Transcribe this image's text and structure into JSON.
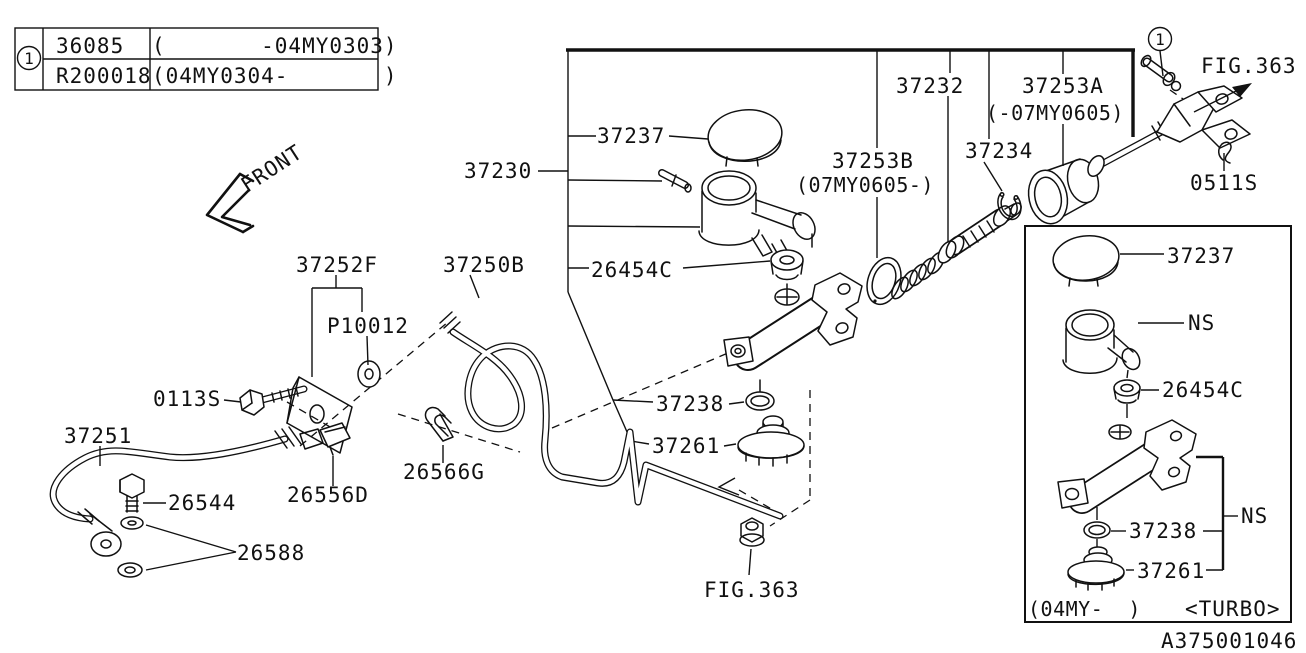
{
  "callout": {
    "number": "1"
  },
  "title_block": {
    "rows": [
      {
        "part_no": "36085",
        "applicability": "(       -04MY0303)"
      },
      {
        "part_no": "R200018",
        "applicability": "(04MY0304-       )"
      }
    ]
  },
  "orientation": {
    "front_label": "FRONT"
  },
  "figure": {
    "fig_ref_top": "FIG.363",
    "fig_ref_bottom": "FIG.363",
    "doc_code": "A375001046"
  },
  "parts": {
    "reservoir_cap": "37237",
    "master_cylinder_assy": "37230",
    "piston_kit": "37232",
    "boot_a": "37253A",
    "boot_a_range": "(-07MY0605)",
    "boot_b": "37253B",
    "boot_b_range": "(07MY0605-)",
    "snap_ring": "37234",
    "grommet": "26454C",
    "bracket": "37252F",
    "clutch_pipe": "37250B",
    "pipe_grommet": "P10012",
    "flange_bolt": "0113S",
    "clutch_hose": "37251",
    "union_bolt": "26544",
    "gasket": "26588",
    "pipe_joint": "26556D",
    "pipe_clip": "26566G",
    "oring": "37238",
    "damper": "37261",
    "snap_pin": "0511S"
  },
  "inset": {
    "reservoir_cap": "37237",
    "reservoir_ns": "NS",
    "grommet": "26454C",
    "oring": "37238",
    "assembly_ns": "NS",
    "damper": "37261",
    "applicability": "(04MY-  )",
    "variant": "<TURBO>"
  }
}
